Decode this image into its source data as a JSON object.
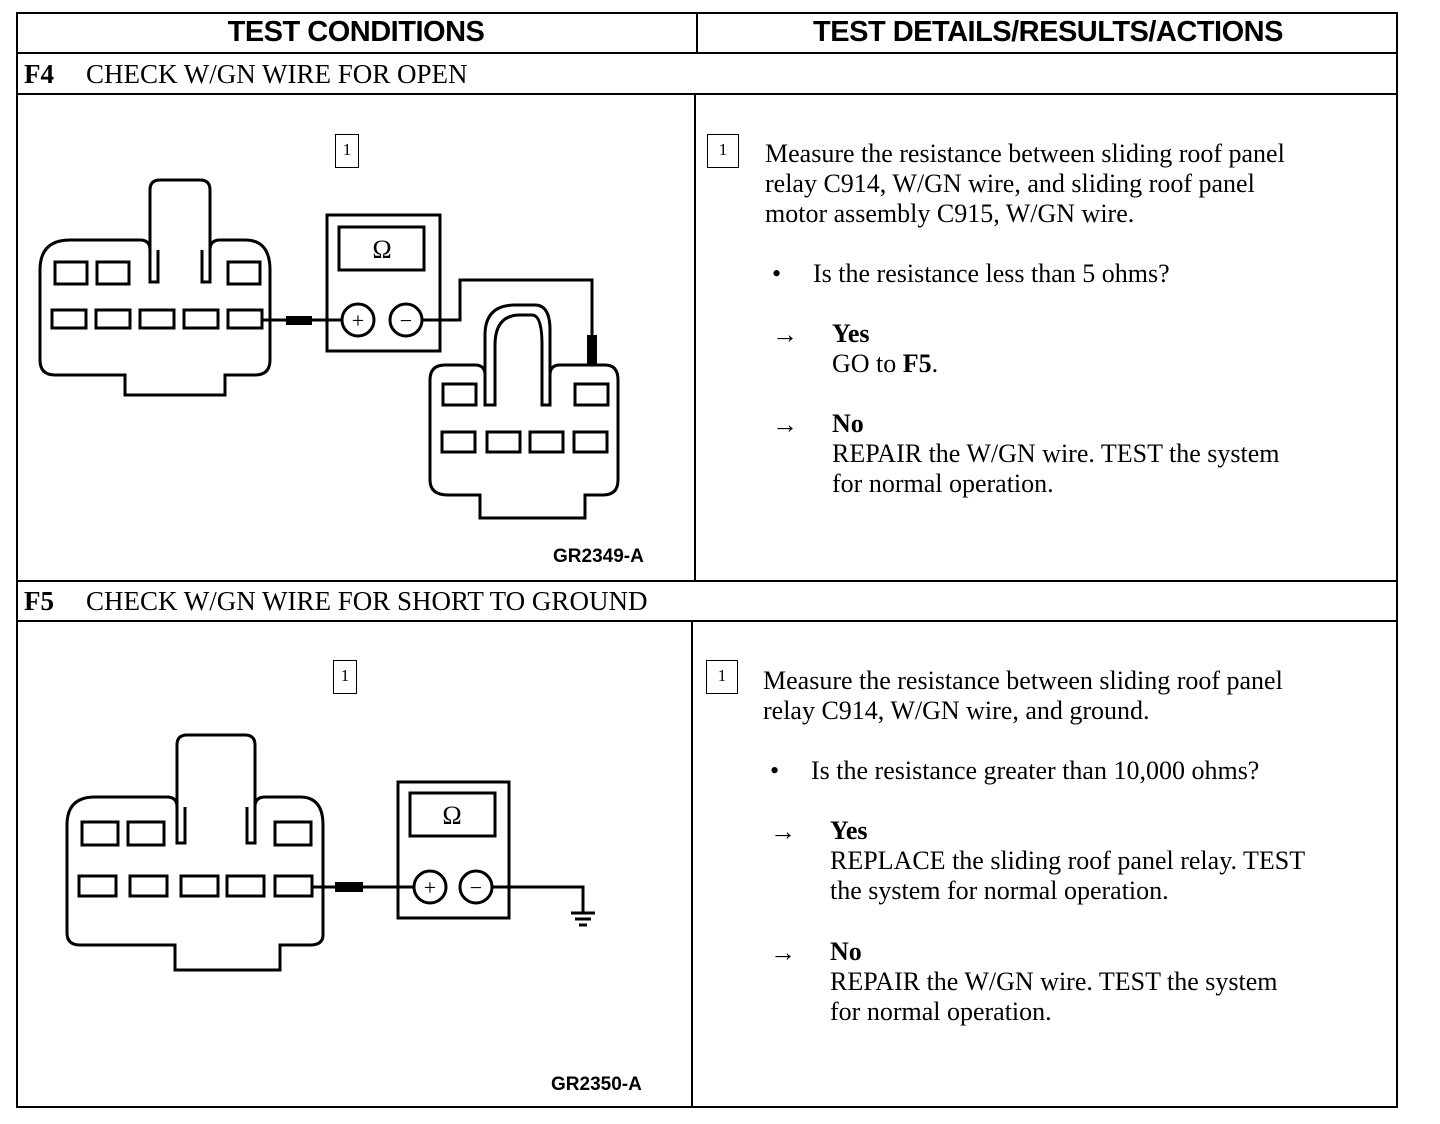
{
  "header": {
    "left": "TEST CONDITIONS",
    "right": "TEST DETAILS/RESULTS/ACTIONS"
  },
  "steps": [
    {
      "id": "F4",
      "title": "CHECK W/GN WIRE FOR OPEN",
      "box_label": "1",
      "figure_code": "GR2349-A",
      "meter_symbol": "Ω",
      "instruction": "Measure the resistance between sliding roof panel relay C914, W/GN wire, and sliding roof panel motor assembly C915, W/GN wire.",
      "instruction_lines": [
        "Measure the resistance between sliding roof panel",
        "relay C914, W/GN wire, and sliding roof panel",
        "motor assembly C915, W/GN wire."
      ],
      "question": "Is the resistance less than 5 ohms?",
      "yes": {
        "label": "Yes",
        "action_pre": "GO to ",
        "action_bold": "F5",
        "action_post": "."
      },
      "no": {
        "label": "No",
        "action_lines": [
          "REPAIR the W/GN wire. TEST the system",
          "for normal operation."
        ]
      }
    },
    {
      "id": "F5",
      "title": "CHECK W/GN WIRE FOR SHORT TO GROUND",
      "box_label": "1",
      "figure_code": "GR2350-A",
      "meter_symbol": "Ω",
      "instruction_lines": [
        "Measure the resistance between sliding roof panel",
        "relay C914, W/GN wire, and ground."
      ],
      "question": "Is the resistance greater than 10,000 ohms?",
      "yes": {
        "label": "Yes",
        "action_lines": [
          "REPLACE the sliding roof panel relay. TEST",
          "the system for normal operation."
        ]
      },
      "no": {
        "label": "No",
        "action_lines": [
          "REPAIR the W/GN wire. TEST the system",
          "for normal operation."
        ]
      }
    }
  ],
  "symbols": {
    "arrow": "→",
    "bullet": "•",
    "plus": "+",
    "minus": "−"
  }
}
